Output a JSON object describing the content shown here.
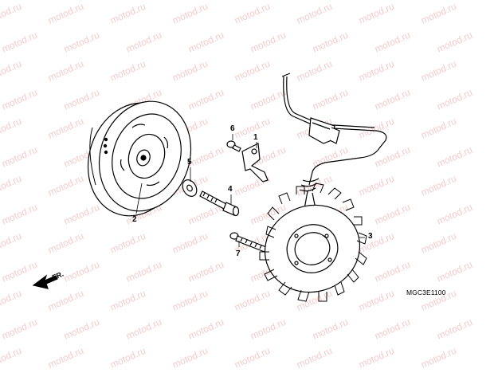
{
  "watermark": {
    "text": "motod.ru"
  },
  "diagram": {
    "code": "MGC3E1100",
    "direction_label": "FR."
  },
  "parts": [
    {
      "id": "1",
      "label": "1"
    },
    {
      "id": "2",
      "label": "2"
    },
    {
      "id": "3",
      "label": "3"
    },
    {
      "id": "4",
      "label": "4"
    },
    {
      "id": "5",
      "label": "5"
    },
    {
      "id": "6",
      "label": "6"
    },
    {
      "id": "7",
      "label": "7"
    }
  ]
}
